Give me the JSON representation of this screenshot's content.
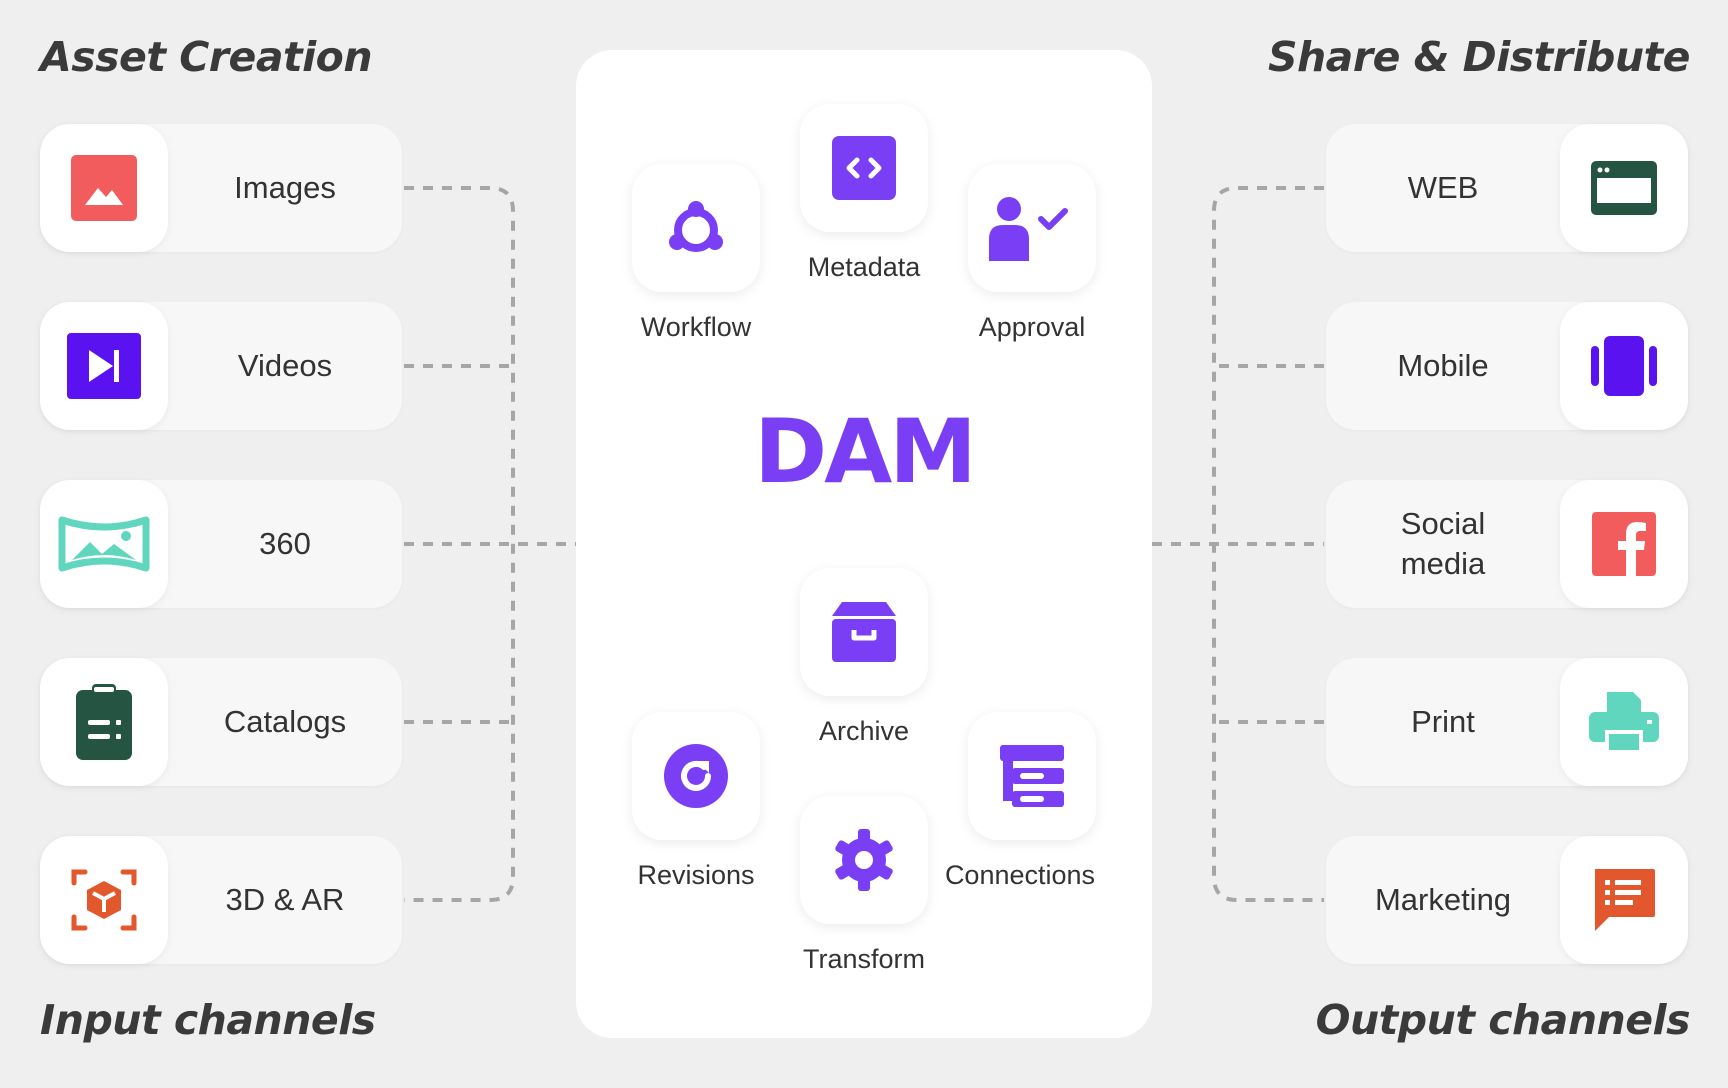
{
  "headings": {
    "top_left": "Asset Creation",
    "top_right": "Share & Distribute",
    "bottom_left": "Input channels",
    "bottom_right": "Output channels"
  },
  "inputs": [
    {
      "label": "Images",
      "icon": "image-icon",
      "color": "#f25c5c"
    },
    {
      "label": "Videos",
      "icon": "video-play-icon",
      "color": "#5b12f0"
    },
    {
      "label": "360",
      "icon": "panorama-icon",
      "color": "#5fd6bd"
    },
    {
      "label": "Catalogs",
      "icon": "clipboard-list-icon",
      "color": "#255542"
    },
    {
      "label": "3D & AR",
      "icon": "cube-ar-icon",
      "color": "#e2572b"
    }
  ],
  "outputs": [
    {
      "label": "WEB",
      "icon": "browser-window-icon",
      "color": "#255542"
    },
    {
      "label": "Mobile",
      "icon": "mobile-icon",
      "color": "#5b12f0"
    },
    {
      "label": "Social media",
      "icon": "facebook-icon",
      "color": "#f25c5c"
    },
    {
      "label": "Print",
      "icon": "printer-icon",
      "color": "#5fd6bd"
    },
    {
      "label": "Marketing",
      "icon": "chat-list-icon",
      "color": "#e2572b"
    }
  ],
  "center": {
    "title": "DAM",
    "accent": "#7a3ff5",
    "features": {
      "workflow": {
        "label": "Workflow",
        "icon": "workflow-icon"
      },
      "metadata": {
        "label": "Metadata",
        "icon": "code-icon"
      },
      "approval": {
        "label": "Approval",
        "icon": "user-check-icon"
      },
      "archive": {
        "label": "Archive",
        "icon": "archive-box-icon"
      },
      "revisions": {
        "label": "Revisions",
        "icon": "refresh-icon"
      },
      "connections": {
        "label": "Connections",
        "icon": "connections-icon"
      },
      "transform": {
        "label": "Transform",
        "icon": "gear-icon"
      }
    }
  }
}
